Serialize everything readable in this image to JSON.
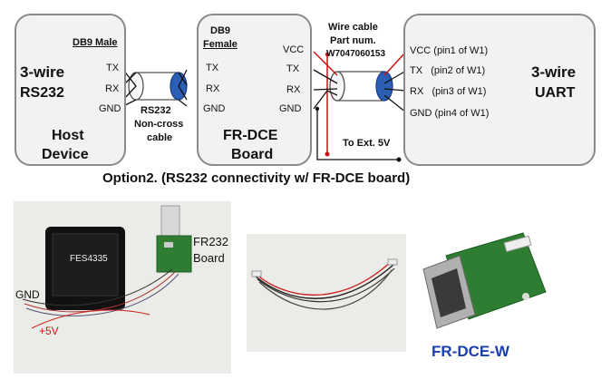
{
  "host": {
    "title1": "3-wire",
    "title2": "RS232",
    "name1": "Host",
    "name2": "Device",
    "header": "DB9 Male",
    "pins": [
      "TX",
      "RX",
      "GND"
    ]
  },
  "cable1": {
    "line1": "RS232",
    "line2": "Non-cross",
    "line3": "cable"
  },
  "board": {
    "header1": "DB9",
    "header2": "Female",
    "pins_left": [
      "TX",
      "RX",
      "GND"
    ],
    "pins_right": [
      "VCC",
      "TX",
      "RX",
      "GND"
    ],
    "name1": "FR-DCE",
    "name2": "Board"
  },
  "cable2": {
    "line1": "Wire cable",
    "line2": "Part num.",
    "line3": "W7047060153"
  },
  "ext": "To Ext. 5V",
  "uart": {
    "pins": [
      "VCC (pin1 of W1)",
      "TX   (pin2 of W1)",
      "RX   (pin3 of W1)",
      "GND (pin4 of W1)"
    ],
    "title1": "3-wire",
    "title2": "UART"
  },
  "caption": "Option2. (RS232 connectivity w/ FR-DCE board)",
  "photo1": {
    "display_text": "FES4335",
    "board_label1": "FR232",
    "board_label2": "Board",
    "gnd": "GND",
    "plus5v": "+5V"
  },
  "photo3": {
    "label": "FR-DCE-W"
  },
  "colors": {
    "box_fill": "#f2f2f2",
    "box_border": "#8a8a8a",
    "red_wire": "#cc1111",
    "caption_blue": "#1a3fb0",
    "connector_blue": "#2a5fb5"
  }
}
